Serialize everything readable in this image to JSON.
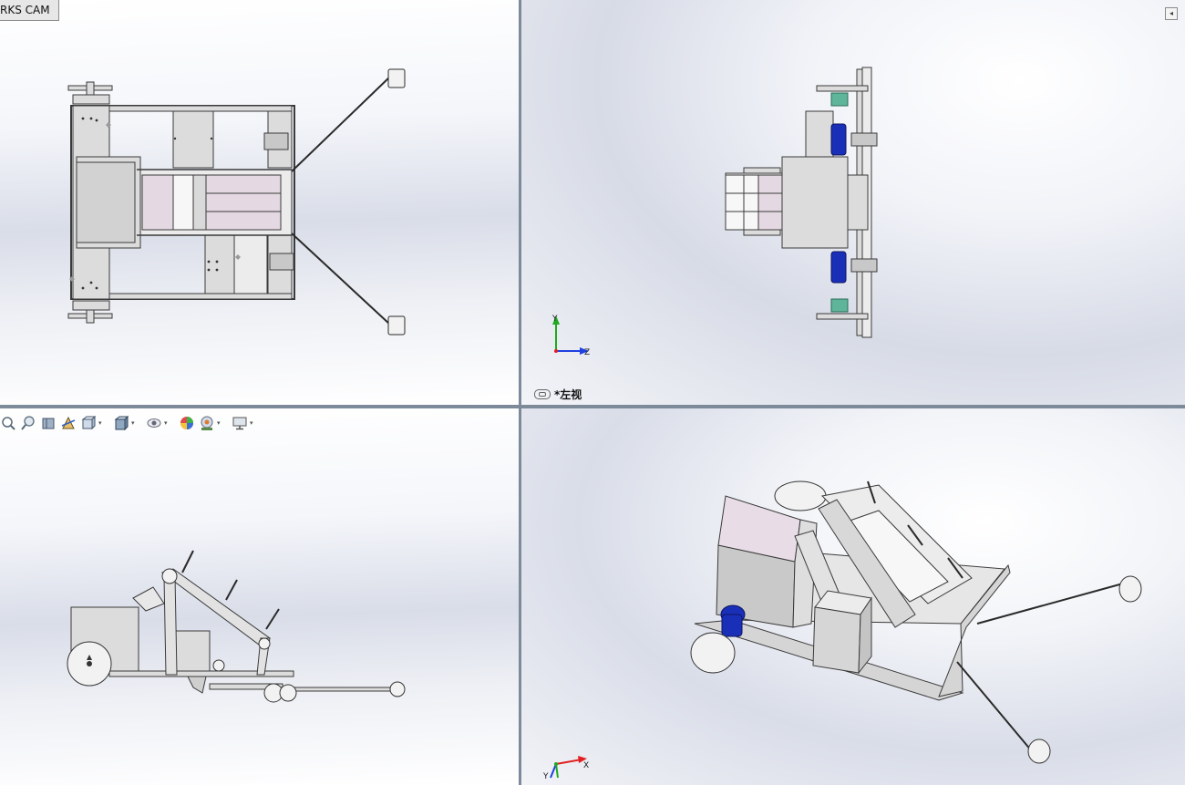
{
  "window": {
    "cam_tab_label": "RKS CAM",
    "collapse_glyph": "◂"
  },
  "viewports": {
    "top_right": {
      "view_name": "*左视",
      "link_icon": "link-icon",
      "triad": {
        "up_axis": "Y",
        "right_axis": "Z",
        "up_color": "#1faa1f",
        "right_color": "#2040e0",
        "origin_color": "#e02020"
      }
    },
    "bottom_right": {
      "triad": {
        "up_axis": "Y",
        "right_axis": "X",
        "up_color": "#2040e0",
        "right_color": "#e02020",
        "origin_color": "#1faa1f"
      }
    }
  },
  "heads_up_toolbar": {
    "buttons": [
      {
        "name": "zoom-to-fit-icon"
      },
      {
        "name": "zoom-to-area-icon"
      },
      {
        "name": "previous-view-icon"
      },
      {
        "name": "section-view-icon"
      },
      {
        "name": "view-orientation-icon",
        "dropdown": true
      },
      {
        "name": "display-style-icon",
        "dropdown": true
      },
      {
        "name": "hide-show-items-icon",
        "dropdown": true
      },
      {
        "name": "edit-appearance-icon"
      },
      {
        "name": "apply-scene-icon",
        "dropdown": true
      },
      {
        "name": "view-settings-icon",
        "dropdown": true
      }
    ],
    "dropdown_glyph": "▾"
  },
  "colors": {
    "frame": "#d8d8d8",
    "frame_stroke": "#3a3a3a",
    "motor_blue": "#1a2fb8",
    "coupling_teal": "#5fb59a",
    "panel_pink": "#e6dde6"
  }
}
